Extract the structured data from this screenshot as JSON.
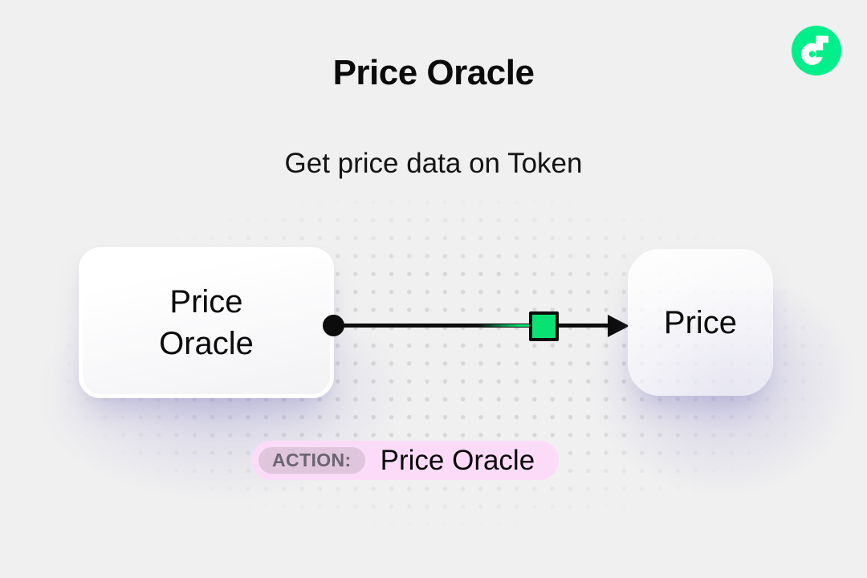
{
  "header": {
    "title": "Price Oracle",
    "subtitle": "Get price data on Token"
  },
  "logo": {
    "name": "flow-logo",
    "brand_green": "#00EF8B"
  },
  "diagram": {
    "source_node": {
      "label": "Price Oracle"
    },
    "target_node": {
      "label": "Price"
    },
    "connector": {
      "marker": "green-square",
      "marker_color": "#09E273",
      "line_color": "#0C0C0C"
    }
  },
  "action_badge": {
    "label": "ACTION:",
    "value": "Price Oracle",
    "bg_color": "#FBDBF8",
    "label_pill_color": "#DFC6DC",
    "label_text_color": "#6B6471"
  },
  "colors": {
    "page_background": "#F0F0F0",
    "text": "#0B0B0B",
    "glow_lavender": "#A6A0D6"
  }
}
